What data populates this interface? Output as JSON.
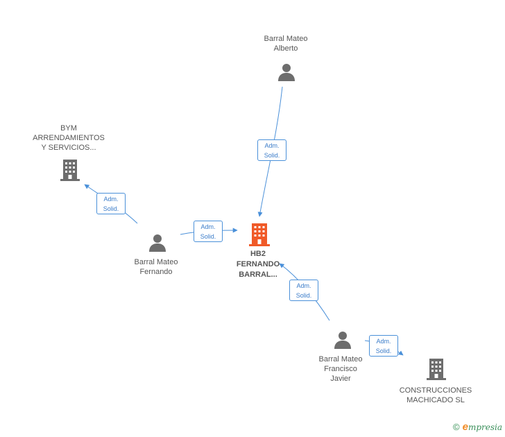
{
  "nodes": {
    "alberto": {
      "label": "Barral Mateo\nAlberto"
    },
    "bym": {
      "label": "BYM\nARRENDAMIENTOS\nY SERVICIOS..."
    },
    "fernando": {
      "label": "Barral Mateo\nFernando"
    },
    "hb2": {
      "label": "HB2\nFERNANDO\nBARRAL..."
    },
    "francisco": {
      "label": "Barral Mateo\nFrancisco\nJavier"
    },
    "construcciones": {
      "label": "CONSTRUCCIONES\nMACHICADO SL"
    }
  },
  "relations": {
    "alberto_hb2": {
      "line1": "Adm.",
      "line2": "Solid."
    },
    "fernando_bym": {
      "line1": "Adm.",
      "line2": "Solid."
    },
    "fernando_hb2": {
      "line1": "Adm.",
      "line2": "Solid."
    },
    "francisco_hb2": {
      "line1": "Adm.",
      "line2": "Solid."
    },
    "francisco_construcciones": {
      "line1": "Adm.",
      "line2": "Solid."
    }
  },
  "footer": {
    "copyright": "©",
    "brand_initial": "e",
    "brand_rest": "mpresia"
  },
  "colors": {
    "edge": "#4a90d9",
    "person": "#6d6d6d",
    "company": "#6d6d6d",
    "focus_company": "#f05a28"
  }
}
